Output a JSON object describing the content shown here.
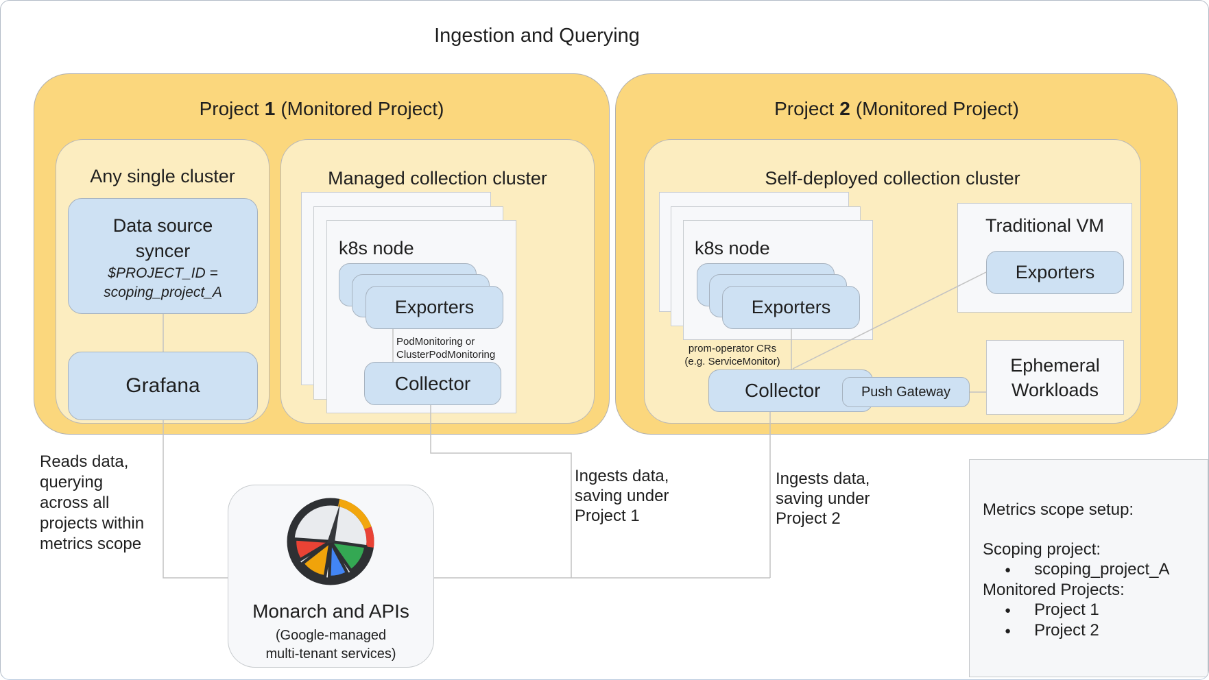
{
  "title": "Ingestion and Querying",
  "colors": {
    "project_fill": "#FBD77D",
    "cluster_fill": "#FCEDC0",
    "component_fill": "#CEE1F3",
    "card_fill": "#F7F8FA",
    "connector": "#C2C2C2"
  },
  "project1": {
    "name_prefix": "Project",
    "name_number": "1",
    "name_suffix": "(Monitored Project)",
    "any_single_cluster": {
      "label": "Any single cluster",
      "data_source_syncer": {
        "title_line1": "Data source",
        "title_line2": "syncer",
        "param_line1": "$PROJECT_ID =",
        "param_line2": "scoping_project_A"
      },
      "grafana_label": "Grafana"
    },
    "managed_cluster": {
      "label": "Managed collection cluster",
      "node_label": "k8s node",
      "exporters_label": "Exporters",
      "config_note_line1": "PodMonitoring or",
      "config_note_line2": "ClusterPodMonitoring",
      "collector_label": "Collector"
    }
  },
  "project2": {
    "name_prefix": "Project",
    "name_number": "2",
    "name_suffix": "(Monitored Project)",
    "self_deployed_cluster": {
      "label": "Self-deployed collection cluster",
      "node_label": "k8s node",
      "exporters_label": "Exporters",
      "config_note_line1": "prom-operator CRs",
      "config_note_line2": "(e.g. ServiceMonitor)",
      "collector_label": "Collector",
      "push_gateway_label": "Push Gateway",
      "traditional_vm": {
        "label": "Traditional VM",
        "exporters_label": "Exporters"
      },
      "ephemeral_workloads": {
        "line1": "Ephemeral",
        "line2": "Workloads"
      }
    }
  },
  "monarch": {
    "title": "Monarch and APIs",
    "subtitle_line1": "(Google-managed",
    "subtitle_line2": "multi-tenant services)"
  },
  "annotations": {
    "reads_data": {
      "line1": "Reads data,",
      "line2": "querying",
      "line3": "across all",
      "line4": "projects within",
      "line5": "metrics scope"
    },
    "ingest_project1": {
      "line1": "Ingests data,",
      "line2": "saving under",
      "line3": "Project 1"
    },
    "ingest_project2": {
      "line1": "Ingests data,",
      "line2": "saving under",
      "line3": "Project 2"
    }
  },
  "metrics_scope": {
    "title": "Metrics scope setup:",
    "scoping_label": "Scoping project:",
    "scoping_value": "scoping_project_A",
    "monitored_label": "Monitored Projects:",
    "monitored_value1": "Project 1",
    "monitored_value2": "Project 2"
  }
}
